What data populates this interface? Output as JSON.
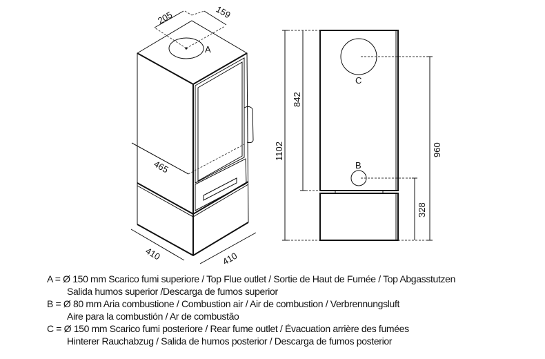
{
  "perspective_view": {
    "dimensions": {
      "top_left": "205",
      "top_right": "159",
      "depth": "465",
      "base_left": "410",
      "base_right": "410"
    },
    "outlet_label": "A"
  },
  "side_view": {
    "dimensions": {
      "total_height": "1102",
      "upper_height": "842",
      "outlet_c_height": "960",
      "outlet_b_height": "328"
    },
    "outlet_c_label": "C",
    "outlet_b_label": "B"
  },
  "legend": [
    {
      "line1": "A = Ø 150 mm  Scarico fumi superiore / Top Flue outlet / Sortie de Haut de Fumée / Top Abgasstutzen",
      "line2": "Salida humos superior /Descarga de fumos superior"
    },
    {
      "line1": "B = Ø 80 mm  Aria combustione / Combustion air / Air de combustion / Verbrennungsluft",
      "line2": "Aire para la combustión / Ar de combustão"
    },
    {
      "line1": "C = Ø 150 mm  Scarico fumi posteriore / Rear fume outlet / Évacuation arrière des fumées",
      "line2": "Hinterer Rauchabzug / Salida de humos posterior / Descarga de fumos posterior"
    }
  ]
}
